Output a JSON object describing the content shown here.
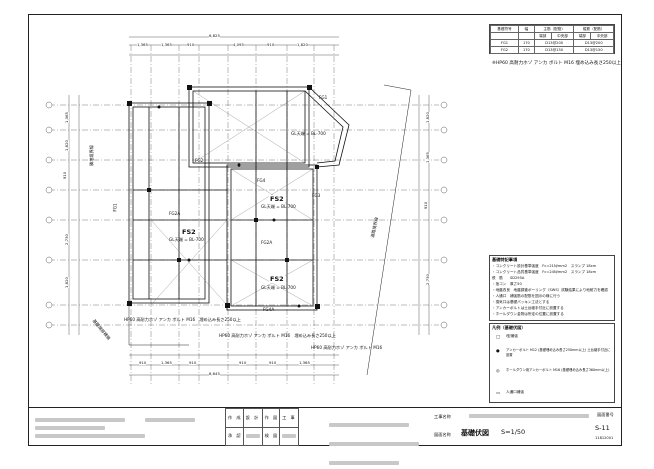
{
  "footing_table": {
    "headers": [
      "基礎符号",
      "幅",
      "主筋（配筋）",
      "縦筋（配筋）"
    ],
    "subheaders": [
      "",
      "",
      "端部",
      "中央部",
      "端部",
      "中央部"
    ],
    "rows": [
      {
        "code": "FG1",
        "width": "170",
        "main": "D13@200",
        "vert": "D13@200"
      },
      {
        "code": "FG2",
        "width": "170",
        "main": "D13@150",
        "vert": "D13@150"
      }
    ]
  },
  "note_line": "※HP60 高耐力ホゾ アンカ ボルト M16 埋め込み長さ250以上",
  "notes_panel": {
    "title": "基礎特記事項",
    "items": [
      "・コンクリート設計基準強度　Fc=21N/mm2　スランプ 18cm",
      "・コンクリート品質基準強度　Fc=24N/mm2　スランプ 18cm",
      "鉄　筋　　SD295A",
      "・捨コン　厚さ50",
      "・地盤改良　地盤調査ボーリング（SWS）試験結果により地耐力を確認",
      "・人通口　補強筋の配筋を図示の様に行う",
      "・換気口は基礎パッキン工法とする",
      "・アンカーボルトは土台継手付近に設置する",
      "・ホールダウン金物は所定の位置に設置する"
    ]
  },
  "legend_panel": {
    "title": "凡例（基礎伏図）",
    "items": [
      {
        "symbol": "□",
        "text": "I型補強"
      },
      {
        "symbol": "●",
        "text": "アンカーボルト M12 (基礎埋め込み長さ250mm以上) 土台継手付近に設置"
      },
      {
        "symbol": "◎",
        "text": "ホールダウン用アンカーボルト M16 (基礎埋め込み長さ360mm以上)"
      },
      {
        "symbol": "▭",
        "text": "人通口補強"
      }
    ]
  },
  "plan_labels": {
    "fs_labels": [
      "FS2",
      "FS2",
      "FS2"
    ],
    "fg_labels": [
      "FG1",
      "FG2",
      "FG2A",
      "FG3",
      "FG4",
      "FG4A",
      "FG2A",
      "FG1"
    ],
    "level_text": [
      "GL天端 = BL-700",
      "GL天端 = BL-700",
      "GL天端 = BL-700",
      "GL天端 = BL-700"
    ],
    "top_dims": [
      "1,365",
      "1,365",
      "910",
      "4,095",
      "910",
      "1,820"
    ],
    "bottom_dims": [
      "910",
      "1,365",
      "910",
      "910",
      "910",
      "1,365"
    ],
    "overall_top": "6,825",
    "overall_bottom": "8,645",
    "left_dims": [
      "1,365",
      "1,820",
      "910",
      "2,730",
      "1,820"
    ],
    "right_dims": [
      "1,820",
      "1,365",
      "910",
      "2,730"
    ],
    "callout_1": "HP60 高耐力ホゾ アンカ ボルト M16　埋め込み長さ250以上",
    "callout_2": "HP60 高耐力ホゾ アンカ ボルト M16　埋め込み長さ250以上",
    "callout_3": "HP60 高耐力ホゾ アンカ ボルト M16",
    "diag_note": "基礎端部補強",
    "left_vert_note": "隣地境界線",
    "right_vert_note": "道路境界線"
  },
  "title_block": {
    "stamp_headers": [
      "作　成",
      "設　計",
      "作　図",
      "工　事"
    ],
    "approve_label": "承　認",
    "check_label": "検　図",
    "project_label": "工事名称",
    "drawing_label": "図面名称",
    "drawing_title": "基礎伏図",
    "scale": "S=1/50",
    "number_label": "図面番号",
    "drawing_number": "S-11",
    "sheet_sub": "11812001"
  }
}
